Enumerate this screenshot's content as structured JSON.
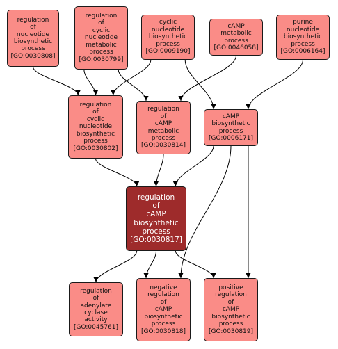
{
  "colors": {
    "node_fill": "#fa8c87",
    "focus_fill": "#9e2b2b",
    "border": "#1a1a1a",
    "edge": "#000000"
  },
  "nodes": [
    {
      "id": "GO:0030808",
      "label": "regulation\nof\nnucleotide\nbiosynthetic\nprocess",
      "go_id": "[GO:0030808]"
    },
    {
      "id": "GO:0030799",
      "label": "regulation\nof\ncyclic\nnucleotide\nmetabolic\nprocess",
      "go_id": "[GO:0030799]"
    },
    {
      "id": "GO:0009190",
      "label": "cyclic\nnucleotide\nbiosynthetic\nprocess",
      "go_id": "[GO:0009190]"
    },
    {
      "id": "GO:0046058",
      "label": "cAMP\nmetabolic\nprocess",
      "go_id": "[GO:0046058]"
    },
    {
      "id": "GO:0006164",
      "label": "purine\nnucleotide\nbiosynthetic\nprocess",
      "go_id": "[GO:0006164]"
    },
    {
      "id": "GO:0030802",
      "label": "regulation\nof\ncyclic\nnucleotide\nbiosynthetic\nprocess",
      "go_id": "[GO:0030802]"
    },
    {
      "id": "GO:0030814",
      "label": "regulation\nof\ncAMP\nmetabolic\nprocess",
      "go_id": "[GO:0030814]"
    },
    {
      "id": "GO:0006171",
      "label": "cAMP\nbiosynthetic\nprocess",
      "go_id": "[GO:0006171]"
    },
    {
      "id": "GO:0030817",
      "label": "regulation\nof\ncAMP\nbiosynthetic\nprocess",
      "go_id": "[GO:0030817]",
      "focus": true
    },
    {
      "id": "GO:0045761",
      "label": "regulation\nof\nadenylate\ncyclase\nactivity",
      "go_id": "[GO:0045761]"
    },
    {
      "id": "GO:0030818",
      "label": "negative\nregulation\nof\ncAMP\nbiosynthetic\nprocess",
      "go_id": "[GO:0030818]"
    },
    {
      "id": "GO:0030819",
      "label": "positive\nregulation\nof\ncAMP\nbiosynthetic\nprocess",
      "go_id": "[GO:0030819]"
    }
  ],
  "edges": [
    {
      "from": "GO:0030808",
      "to": "GO:0030802"
    },
    {
      "from": "GO:0030799",
      "to": "GO:0030802"
    },
    {
      "from": "GO:0030799",
      "to": "GO:0030814"
    },
    {
      "from": "GO:0009190",
      "to": "GO:0030802"
    },
    {
      "from": "GO:0009190",
      "to": "GO:0006171"
    },
    {
      "from": "GO:0046058",
      "to": "GO:0030814"
    },
    {
      "from": "GO:0006164",
      "to": "GO:0006171"
    },
    {
      "from": "GO:0030802",
      "to": "GO:0030817"
    },
    {
      "from": "GO:0030814",
      "to": "GO:0030817"
    },
    {
      "from": "GO:0006171",
      "to": "GO:0030817"
    },
    {
      "from": "GO:0006171",
      "to": "GO:0030818"
    },
    {
      "from": "GO:0006171",
      "to": "GO:0030819"
    },
    {
      "from": "GO:0030817",
      "to": "GO:0045761"
    },
    {
      "from": "GO:0030817",
      "to": "GO:0030818"
    },
    {
      "from": "GO:0030817",
      "to": "GO:0030819"
    }
  ]
}
